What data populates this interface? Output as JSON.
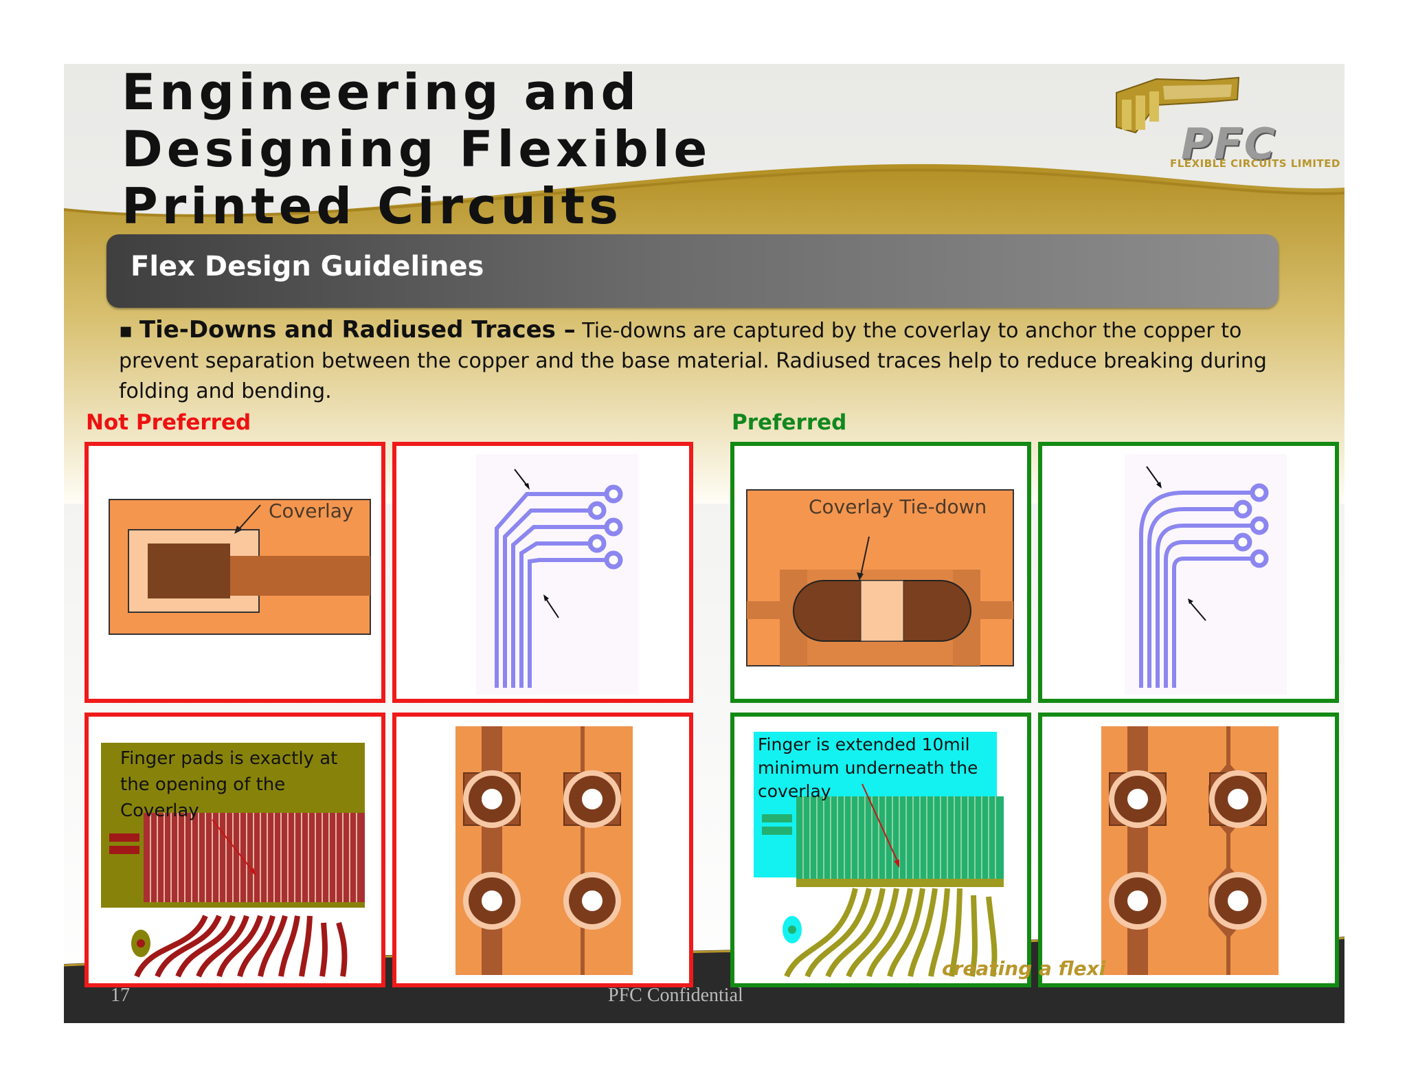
{
  "title_lines": [
    "Engineering and",
    "Designing Flexible",
    "Printed Circuits"
  ],
  "section_title": "Flex Design Guidelines",
  "paragraph": {
    "bullet": "▪",
    "lead": "Tie-Downs and Radiused Traces –",
    "body": " Tie-downs are captured by the coverlay to anchor the copper to prevent separation between the copper and the base material. Radiused traces help to reduce breaking during folding and bending."
  },
  "labels": {
    "not_preferred": "Not Preferred",
    "preferred": "Preferred"
  },
  "panels": {
    "coverlay_label": "Coverlay",
    "coverlay_tiedown_label": "Coverlay Tie-down",
    "finger_not_preferred": "Finger pads is exactly at the opening of the Coverlay",
    "finger_preferred": "Finger is extended 10mil minimum underneath the coverlay"
  },
  "logo": {
    "name": "PFC",
    "subtitle": "FLEXIBLE CIRCUITS LIMITED"
  },
  "footer": {
    "page_number": "17",
    "confidential": "PFC Confidential",
    "slogan": "creating a flexi"
  },
  "colors": {
    "red_border": "#ef1a1a",
    "green_border": "#138a13",
    "copper": "#f0954c",
    "dark_copper": "#7a3f1e",
    "trace_blue": "#8c86f0"
  }
}
